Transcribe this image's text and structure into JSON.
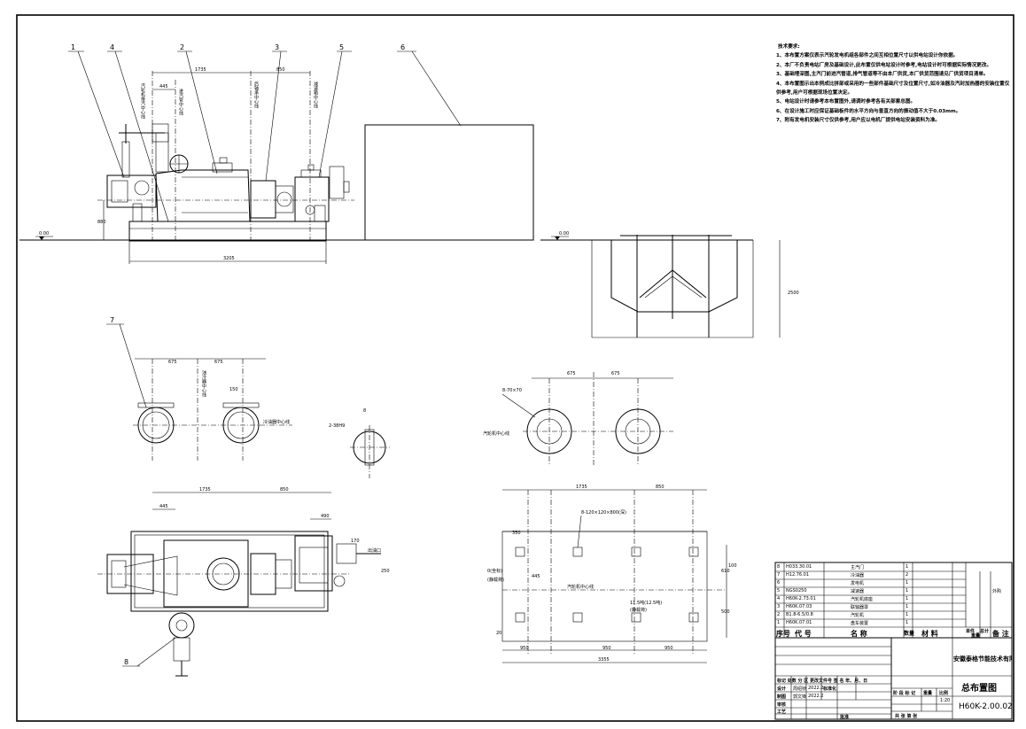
{
  "balloons": [
    "1",
    "4",
    "2",
    "3",
    "5",
    "6",
    "7",
    "8"
  ],
  "dims": {
    "d1735": "1735",
    "d850": "850",
    "d445": "445",
    "d3205": "3205",
    "d880": "880",
    "d2500": "2500",
    "d675": "675",
    "d150": "150",
    "d3355": "3355",
    "d950": "950",
    "d490": "490",
    "d350": "350",
    "d170": "170",
    "d250": "250",
    "d20": "20",
    "d610": "610",
    "d100": "100",
    "d500": "500"
  },
  "elevations": {
    "e1": "0.00",
    "e2": "0.00"
  },
  "vlabels": {
    "turbine_exhaust_center": "汽轮机排汽中心线",
    "steam_inlet_center": "进汽管中心线",
    "rear_bearing_center": "后轴承中心线",
    "gearbox_center": "减速箱中心线",
    "cooler_center": "油冷器中心线"
  },
  "labels": {
    "oil_cooler_center": "冷油器中心线",
    "turbine_center": "汽轮机中心线",
    "anchor_holes": "8-120×120×800(深)",
    "bolt_holes": "8-70×70",
    "keyway": "2-38H9",
    "key_depth": "8",
    "elev_left": "0(坐标)",
    "elev_left2": "(静载荷)",
    "load_note": "11.5吨(12.5吨)",
    "load_note2": "(静载荷)",
    "oil_pipe": "出油口"
  },
  "notes": {
    "title": "技术要求:",
    "items": [
      "1、本布置方案仅表示汽轮发电机组各部件之间互相位置尺寸以供电站设计你依据。",
      "2、本厂不负责电站厂房及基础设计,此布置仅供电站设计时参考,电站设计时可根据实际情况更改。",
      "3、基础埋深图,主汽门前进汽管道,排气管道等不由本厂供货,本厂供货范围请见厂供货项目清单。",
      "4、本布置图示出本例成比拼部或采用的一些部件基础尺寸及位置尺寸,如冷油器及汽封加热器的安装位置仅供参考,用户可根据现场位置决定。",
      "5、电站设计时请参考本布置图外,请调时参考各有关部套总图。",
      "6、在设计施工时应保证基础板件的水平方向与垂直方向的振动值不大于0.03mm。",
      "7、附有发电机安装尺寸仅供参考,用户应以电机厂提供电站安装资料为准。"
    ]
  },
  "bom": {
    "rows": [
      {
        "no": "8",
        "code": "H033.30.01",
        "name": "主汽门",
        "qty": "1",
        "remark": ""
      },
      {
        "no": "7",
        "code": "H12.76.01",
        "name": "冷油器",
        "qty": "2",
        "remark": ""
      },
      {
        "no": "6",
        "code": "",
        "name": "发电机",
        "qty": "1",
        "remark": ""
      },
      {
        "no": "5",
        "code": "NGS0250",
        "name": "减速器",
        "qty": "1",
        "remark": "外购"
      },
      {
        "no": "4",
        "code": "H60K-2.73.01",
        "name": "汽轮机底座",
        "qty": "1",
        "remark": ""
      },
      {
        "no": "3",
        "code": "H60K.07.03",
        "name": "联轴器罩",
        "qty": "1",
        "remark": ""
      },
      {
        "no": "2",
        "code": "B1.8-6.5/0.8",
        "name": "汽轮机",
        "qty": "1",
        "remark": ""
      },
      {
        "no": "1",
        "code": "H60K.07.01",
        "name": "盘车装置",
        "qty": "1",
        "remark": ""
      }
    ],
    "header": {
      "no": "序号",
      "code": "代 号",
      "name": "名 称",
      "qty": "数量",
      "material": "材 料",
      "unit_weight": "单件",
      "total_weight": "总计",
      "weight": "重量",
      "remark": "备 注"
    }
  },
  "titleblock": {
    "company": "安徽泰格节能技术有限公司",
    "drawing_title": "总布置图",
    "drawing_no": "H60K-2.00.02",
    "scale": "1:20",
    "scale_label": "比例",
    "stage_label": "阶 段 标 记",
    "weight_label": "重量",
    "sheets": "共   张   第   张",
    "rev_headers": "标记 处数 分 区 更改文件号 签 名 年、月、日",
    "design": "设计",
    "design_name": "周绍桢",
    "design_date": "2022.2",
    "standard": "标准化",
    "draw": "制图",
    "draw_name": "郭文锋",
    "draw_date": "2022.2",
    "check": "审核",
    "process": "工艺",
    "approve": "批准"
  }
}
